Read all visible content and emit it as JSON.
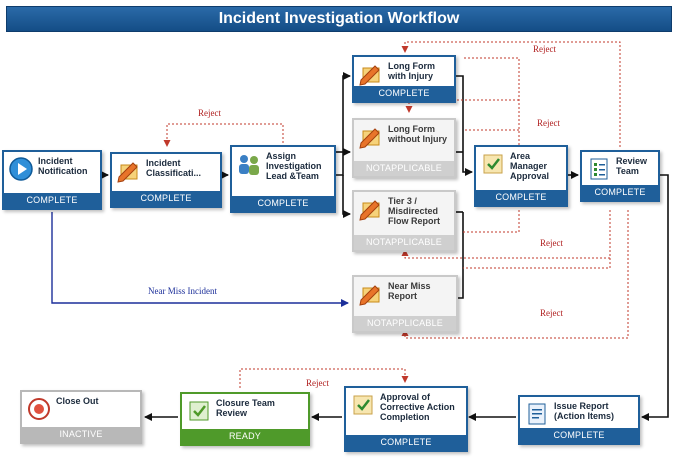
{
  "title": "Incident Investigation Workflow",
  "nodes": {
    "incident_notification": {
      "label": "Incident Notification",
      "status": "COMPLETE"
    },
    "incident_classification": {
      "label": "Incident Classificati...",
      "status": "COMPLETE"
    },
    "assign_investigation": {
      "label": "Assign Investigation Lead &Team",
      "status": "COMPLETE"
    },
    "long_form_injury": {
      "label": "Long Form with Injury",
      "status": "COMPLETE"
    },
    "long_form_without_injury": {
      "label": "Long Form without Injury",
      "status": "NOTAPPLICABLE"
    },
    "tier3": {
      "label": "Tier 3 / Misdirected Flow Report",
      "status": "NOTAPPLICABLE"
    },
    "near_miss_report": {
      "label": "Near Miss Report",
      "status": "NOTAPPLICABLE"
    },
    "area_manager": {
      "label": "Area Manager Approval",
      "status": "COMPLETE"
    },
    "review_team": {
      "label": "Review Team",
      "status": "COMPLETE"
    },
    "issue_report": {
      "label": "Issue Report (Action Items)",
      "status": "COMPLETE"
    },
    "approval_corrective": {
      "label": "Approval of Corrective Action Completion",
      "status": "COMPLETE"
    },
    "closure_team": {
      "label": "Closure Team Review",
      "status": "READY"
    },
    "close_out": {
      "label": "Close Out",
      "status": "INACTIVE"
    }
  },
  "edge_labels": {
    "reject": "Reject",
    "near_miss_incident": "Near Miss Incident"
  },
  "colors": {
    "title_bar": "#1a5a96",
    "complete": "#1f5f9a",
    "not_applicable": "#cfcfcf",
    "ready": "#4f9a2a",
    "inactive": "#b8b8b8",
    "reject_line": "#c0392b",
    "near_miss_line": "#1c2f9a"
  }
}
